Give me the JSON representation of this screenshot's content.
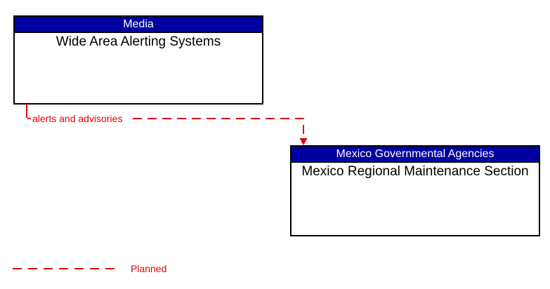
{
  "diagram": {
    "boxes": [
      {
        "id": "media",
        "header": "Media",
        "body": "Wide Area Alerting Systems"
      },
      {
        "id": "mexico-governmental-agencies",
        "header": "Mexico Governmental Agencies",
        "body": "Mexico Regional Maintenance Section"
      }
    ],
    "connector": {
      "label": "alerts and advisories",
      "from": "Wide Area Alerting Systems",
      "to": "Mexico Regional Maintenance Section",
      "style": "dashed",
      "status": "Planned"
    },
    "legend": {
      "items": [
        {
          "label": "Planned",
          "line_style": "dashed",
          "color": "#E60000"
        }
      ]
    },
    "colors": {
      "header_bg": "#0000A0",
      "header_text": "#FFFFFF",
      "body_text": "#000000",
      "box_border": "#000000",
      "planned_red": "#E60000",
      "background": "#FFFFFF"
    }
  }
}
